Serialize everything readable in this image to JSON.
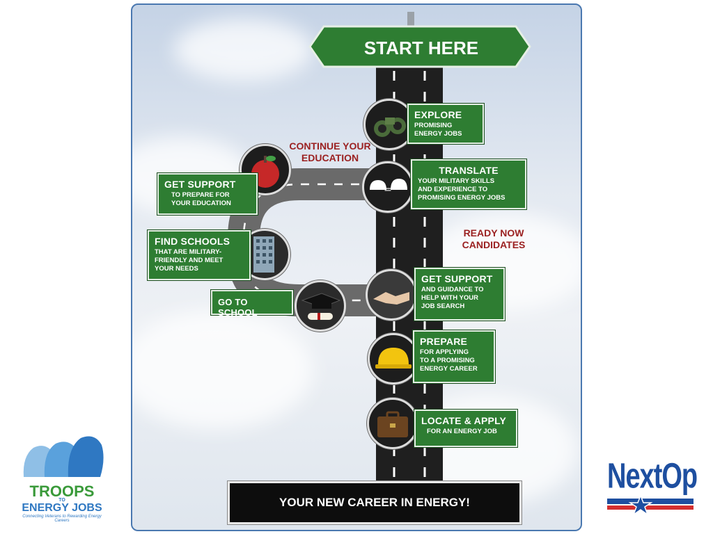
{
  "start_sign": "START HERE",
  "steps": {
    "explore": {
      "title": "EXPLORE",
      "sub": "PROMISING\nENERGY JOBS"
    },
    "translate": {
      "title": "TRANSLATE",
      "sub": "YOUR MILITARY SKILLS\nAND EXPERIENCE TO\nPROMISING ENERGY JOBS"
    },
    "get_support_job": {
      "title": "GET SUPPORT",
      "sub": "AND GUIDANCE TO\nHELP WITH YOUR\nJOB SEARCH"
    },
    "prepare": {
      "title": "PREPARE",
      "sub": "FOR APPLYING\nTO A PROMISING\nENERGY CAREER"
    },
    "locate_apply": {
      "title": "LOCATE & APPLY",
      "sub": "FOR AN ENERGY JOB"
    },
    "get_support_edu": {
      "title": "GET SUPPORT",
      "sub": "TO PREPARE FOR\nYOUR EDUCATION"
    },
    "find_schools": {
      "title": "FIND SCHOOLS",
      "sub": "THAT ARE MILITARY-\nFRIENDLY AND MEET\nYOUR NEEDS"
    },
    "go_to_school": {
      "title": "GO TO SCHOOL"
    }
  },
  "labels": {
    "continue_education": "CONTINUE YOUR\nEDUCATION",
    "ready_now": "READY NOW\nCANDIDATES"
  },
  "banner": "YOUR NEW CAREER IN ENERGY!",
  "logos": {
    "troops_line1": "TROOPS",
    "troops_to": "TO",
    "troops_line2": "ENERGY JOBS",
    "troops_tagline": "Connecting Veterans to Rewarding Energy Careers",
    "nextop": "NextOp"
  },
  "colors": {
    "sign_green": "#2e7d32",
    "accent_red": "#9b2121",
    "nextop_blue": "#1e4fa0",
    "nextop_red": "#d32f2f",
    "troops_green": "#3a9a3a"
  }
}
